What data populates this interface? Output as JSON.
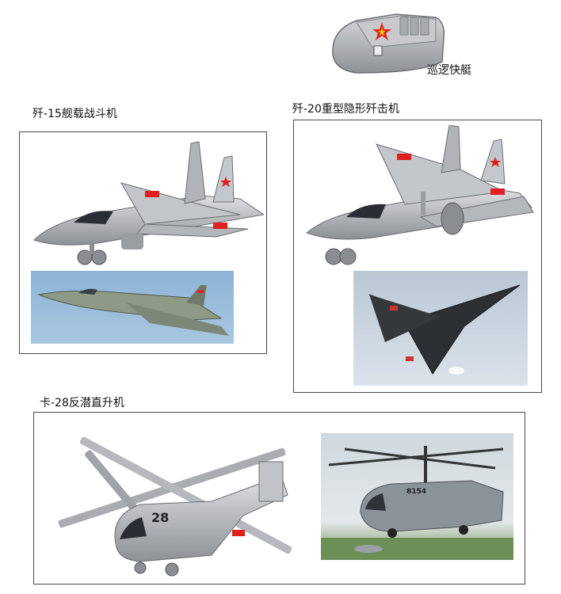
{
  "boat": {
    "label": "巡逻快艇"
  },
  "j15": {
    "label": "歼-15舰载战斗机"
  },
  "j20": {
    "label": "歼-20重型隐形歼击机"
  },
  "ka28": {
    "label": "卡-28反潜直升机",
    "rotor_number": "28",
    "tail_number": "8154"
  },
  "colors": {
    "toy_grey": "#b9bcc0",
    "star_red": "#e02020",
    "star_yellow": "#f5c400",
    "frame": "#4a4a4a",
    "sky": "#8fb6d6"
  },
  "icons": [
    "patrol-boat-toy-icon",
    "j15-toy-icon",
    "j15-photo",
    "j20-toy-icon",
    "j20-photo",
    "ka28-toy-icon",
    "ka28-photo"
  ]
}
